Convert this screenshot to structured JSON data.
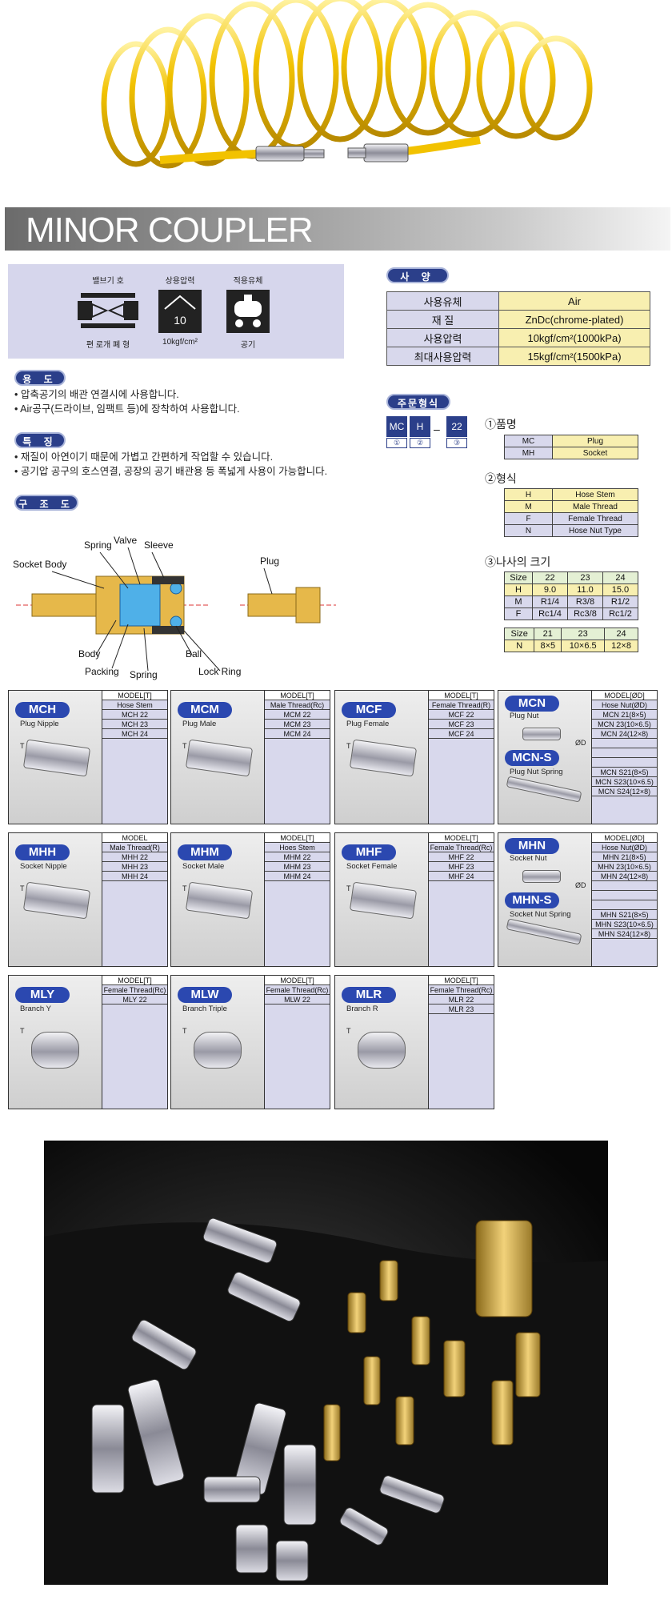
{
  "title": "MINOR COUPLER",
  "icons": {
    "valve_top": "밸브기 호",
    "valve_bottom": "편 로개 폐 형",
    "pressure_top": "상용압력",
    "pressure_value": "10",
    "pressure_bottom": "10kgf/cm²",
    "fluid_top": "적용유체",
    "fluid_bottom": "공기"
  },
  "usage": {
    "header": "용 도",
    "lines": [
      "• 압축공기의 배관 연결시에 사용합니다.",
      "• Air공구(드라이브, 임팩트 등)에 장착하여 사용합니다."
    ]
  },
  "features": {
    "header": "특 징",
    "lines": [
      "• 재질이 아연이기 때문에 가볍고 간편하게 작업할 수 있습니다.",
      "• 공기압 공구의 호스연결, 공장의 공기 배관용 등 폭넓게 사용이 가능합니다."
    ]
  },
  "structure": {
    "header": "구 조 도",
    "labels": [
      "Spring",
      "Valve",
      "Sleeve",
      "Socket Body",
      "Body",
      "Ball",
      "Packing",
      "Spring",
      "Lock Ring",
      "Plug"
    ]
  },
  "spec": {
    "header": "사 양",
    "rows": [
      {
        "k": "사용유체",
        "v": "Air"
      },
      {
        "k": "재 질",
        "v": "ZnDc(chrome-plated)"
      },
      {
        "k": "사용압력",
        "v": "10kgf/cm²(1000kPa)"
      },
      {
        "k": "최대사용압력",
        "v": "15kgf/cm²(1500kPa)"
      }
    ]
  },
  "order": {
    "header": "주문형식",
    "boxes": [
      "MC",
      "H",
      "22"
    ],
    "nums": [
      "①",
      "②",
      "③"
    ],
    "dash": "–"
  },
  "product_name": {
    "label": "①품명",
    "rows": [
      [
        "MC",
        "Plug"
      ],
      [
        "MH",
        "Socket"
      ]
    ]
  },
  "form": {
    "label": "②형식",
    "rows": [
      [
        "H",
        "Hose Stem"
      ],
      [
        "M",
        "Male Thread"
      ],
      [
        "F",
        "Female Thread"
      ],
      [
        "N",
        "Hose Nut Type"
      ]
    ]
  },
  "thread": {
    "label": "③나사의 크기",
    "t1": [
      [
        "Size",
        "22",
        "23",
        "24"
      ],
      [
        "H",
        "9.0",
        "11.0",
        "15.0"
      ],
      [
        "M",
        "R1/4",
        "R3/8",
        "R1/2"
      ],
      [
        "F",
        "Rc1/4",
        "Rc3/8",
        "Rc1/2"
      ]
    ],
    "t2": [
      [
        "Size",
        "21",
        "23",
        "24"
      ],
      [
        "N",
        "8×5",
        "10×6.5",
        "12×8"
      ]
    ]
  },
  "cards": [
    {
      "code": "MCH",
      "sub": "Plug Nipple",
      "model": [
        "MODEL[T]",
        "Hose Stem",
        "MCH 22",
        "MCH 23",
        "MCH 24"
      ],
      "t": "T"
    },
    {
      "code": "MCM",
      "sub": "Plug Male",
      "model": [
        "MODEL[T]",
        "Male Thread(Rc)",
        "MCM 22",
        "MCM 23",
        "MCM 24"
      ],
      "t": "T"
    },
    {
      "code": "MCF",
      "sub": "Plug Female",
      "model": [
        "MODEL[T]",
        "Female Thread(R)",
        "MCF 22",
        "MCF 23",
        "MCF 24"
      ],
      "t": "T"
    },
    {
      "code": "MCN",
      "sub": "Plug Nut",
      "code2": "MCN-S",
      "sub2": "Plug Nut Spring",
      "model": [
        "MODEL[ØD]",
        "Hose Nut(ØD)",
        "MCN 21(8×5)",
        "MCN 23(10×6.5)",
        "MCN 24(12×8)",
        "",
        "",
        "",
        "MCN S21(8×5)",
        "MCN S23(10×6.5)",
        "MCN S24(12×8)"
      ],
      "t": "ØD"
    },
    {
      "code": "MHH",
      "sub": "Socket Nipple",
      "model": [
        "MODEL",
        "Male Thread(R)",
        "MHH 22",
        "MHH 23",
        "MHH 24"
      ],
      "t": "T"
    },
    {
      "code": "MHM",
      "sub": "Socket Male",
      "model": [
        "MODEL[T]",
        "Hoes Stem",
        "MHM 22",
        "MHM 23",
        "MHM 24"
      ],
      "t": "T"
    },
    {
      "code": "MHF",
      "sub": "Socket Female",
      "model": [
        "MODEL[T]",
        "Female Thread(Rc)",
        "MHF 22",
        "MHF 23",
        "MHF 24"
      ],
      "t": "T"
    },
    {
      "code": "MHN",
      "sub": "Socket Nut",
      "code2": "MHN-S",
      "sub2": "Socket Nut Spring",
      "model": [
        "MODEL[ØD]",
        "Hose Nut(ØD)",
        "MHN 21(8×5)",
        "MHN 23(10×6.5)",
        "MHN 24(12×8)",
        "",
        "",
        "",
        "MHN S21(8×5)",
        "MHN S23(10×6.5)",
        "MHN S24(12×8)"
      ],
      "t": "ØD"
    },
    {
      "code": "MLY",
      "sub": "Branch Y",
      "model": [
        "MODEL[T]",
        "Female Thread(Rc)",
        "MLY 22"
      ],
      "t": "T"
    },
    {
      "code": "MLW",
      "sub": "Branch Triple",
      "model": [
        "MODEL[T]",
        "Female Thread(Rc)",
        "MLW 22"
      ],
      "t": "T"
    },
    {
      "code": "MLR",
      "sub": "Branch R",
      "model": [
        "MODEL[T]",
        "Female Thread(Rc)",
        "MLR 22",
        "MLR 23"
      ],
      "t": "T"
    }
  ]
}
